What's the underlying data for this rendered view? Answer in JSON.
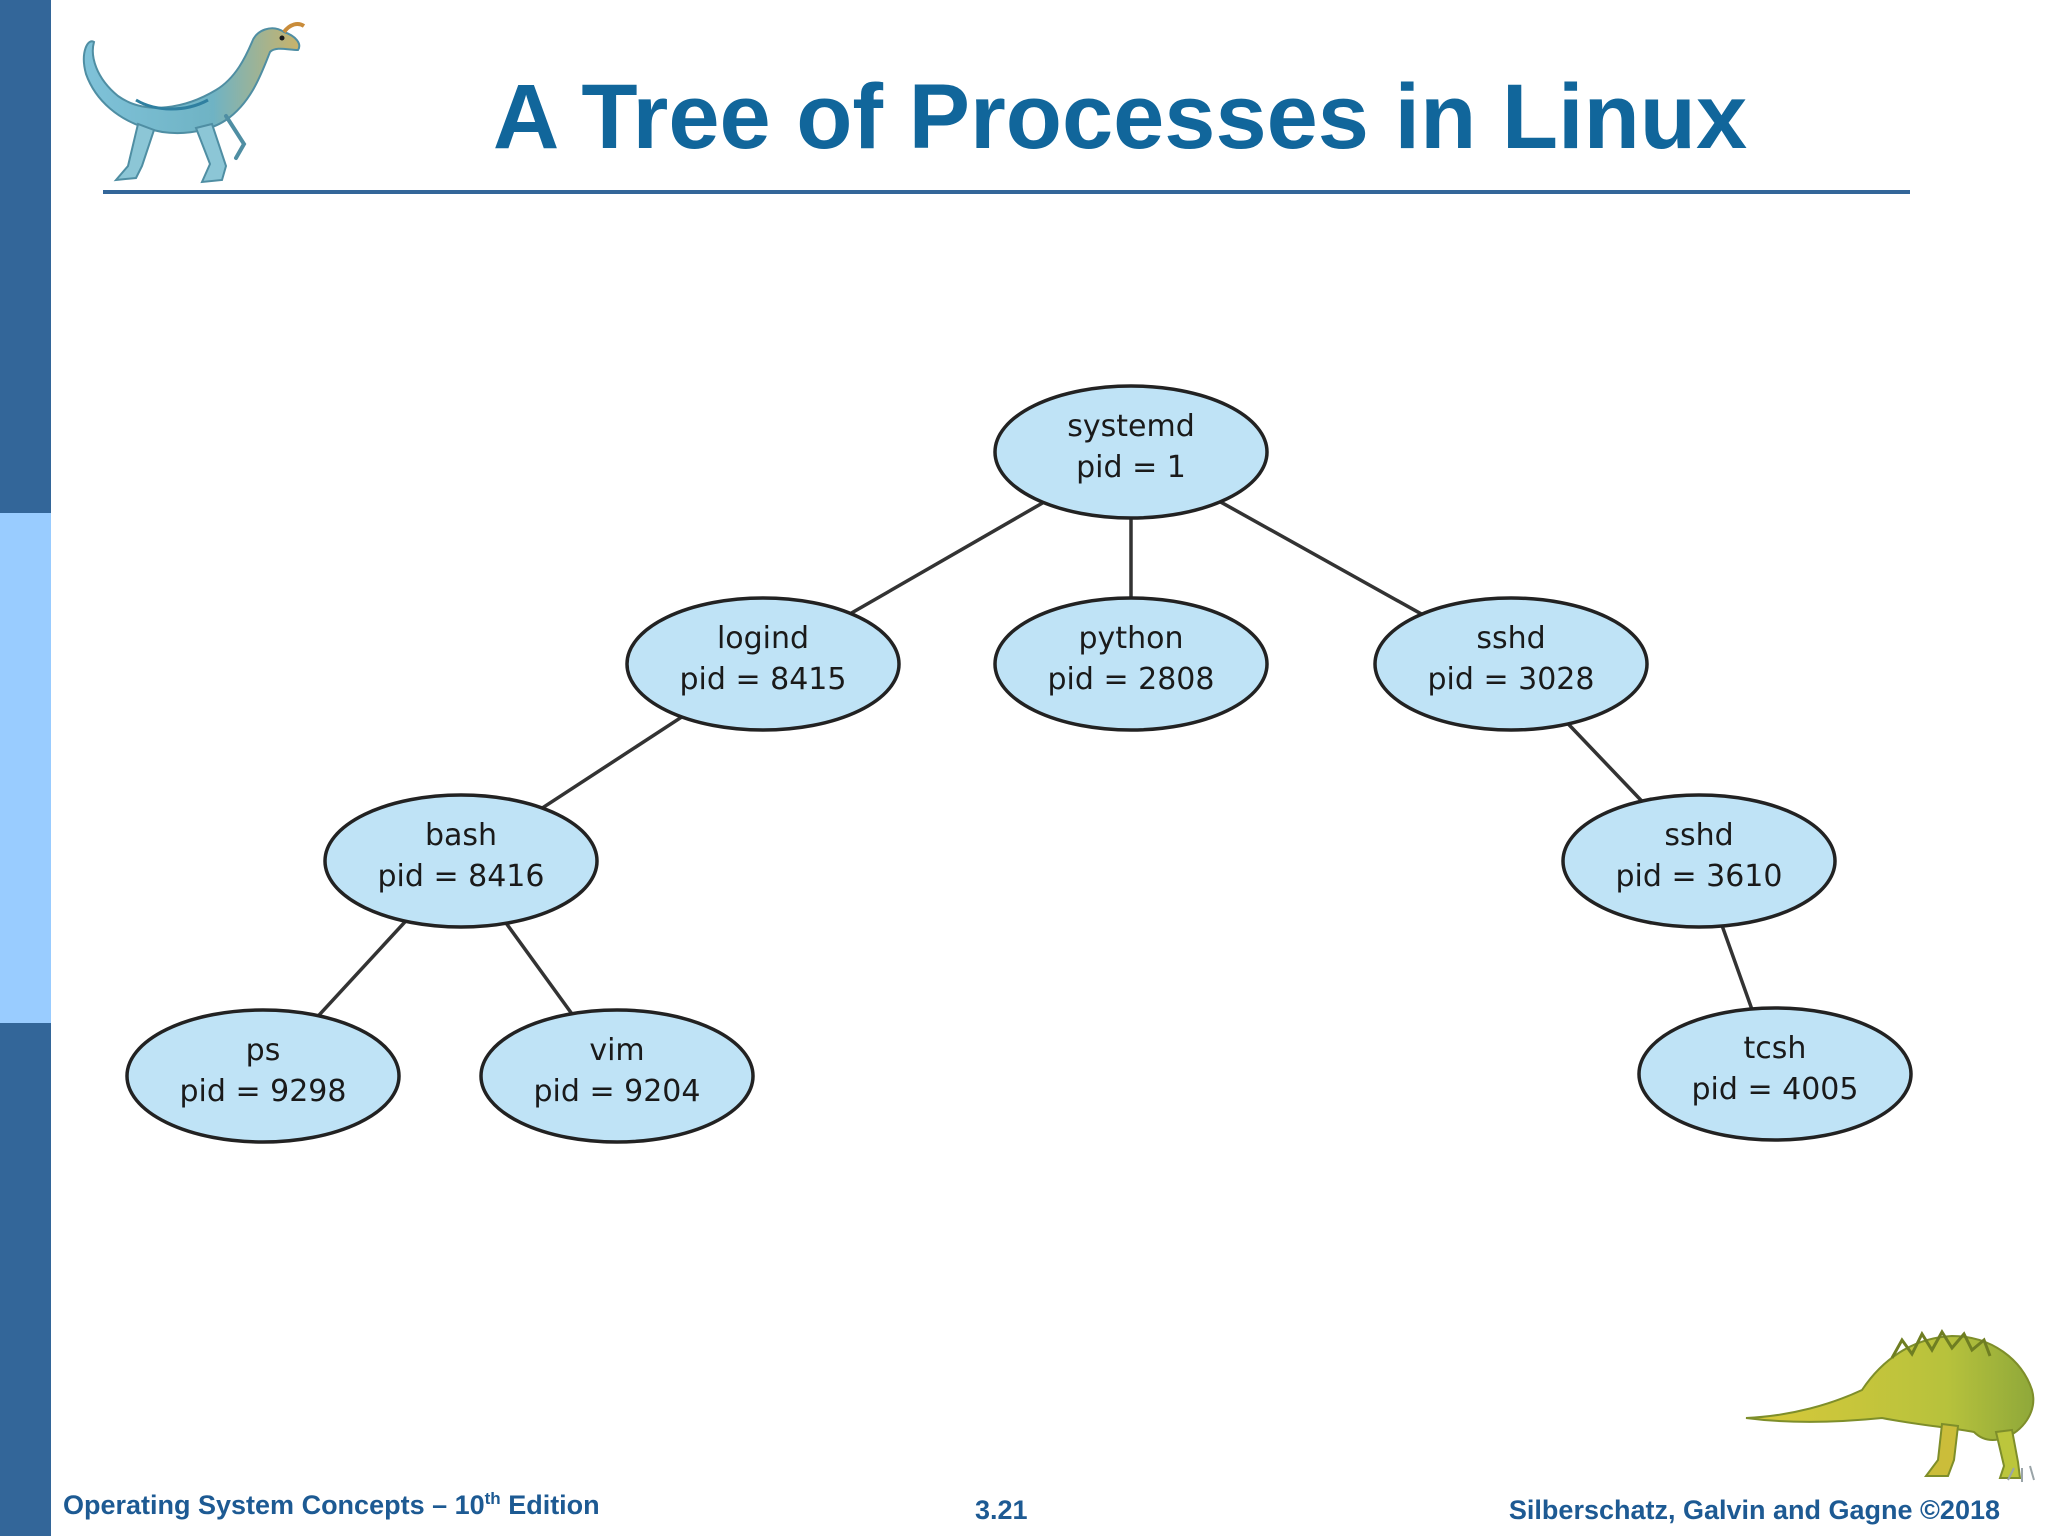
{
  "colors": {
    "sidebar_dark": "#336699",
    "sidebar_light": "#99ccff",
    "title": "#11669b",
    "rule": "#336699",
    "node_fill": "#bfe3f6",
    "node_stroke": "#222222",
    "edge": "#333333",
    "footer_text": "#1d5a93"
  },
  "slide": {
    "title": "A Tree of Processes in Linux"
  },
  "tree": {
    "nodes": [
      {
        "id": "systemd",
        "name": "systemd",
        "pid": "pid = 1"
      },
      {
        "id": "logind",
        "name": "logind",
        "pid": "pid = 8415"
      },
      {
        "id": "python",
        "name": "python",
        "pid": "pid = 2808"
      },
      {
        "id": "sshd-3028",
        "name": "sshd",
        "pid": "pid = 3028"
      },
      {
        "id": "bash",
        "name": "bash",
        "pid": "pid = 8416"
      },
      {
        "id": "sshd-3610",
        "name": "sshd",
        "pid": "pid = 3610"
      },
      {
        "id": "ps",
        "name": "ps",
        "pid": "pid = 9298"
      },
      {
        "id": "vim",
        "name": "vim",
        "pid": "pid = 9204"
      },
      {
        "id": "tcsh",
        "name": "tcsh",
        "pid": "pid = 4005"
      }
    ],
    "edges": [
      [
        "systemd",
        "logind"
      ],
      [
        "systemd",
        "python"
      ],
      [
        "systemd",
        "sshd-3028"
      ],
      [
        "logind",
        "bash"
      ],
      [
        "sshd-3028",
        "sshd-3610"
      ],
      [
        "bash",
        "ps"
      ],
      [
        "bash",
        "vim"
      ],
      [
        "sshd-3610",
        "tcsh"
      ]
    ]
  },
  "footer": {
    "left_text": "Operating System Concepts – 10",
    "left_sup": "th",
    "left_suffix": " Edition",
    "center": "3.21",
    "right": "Silberschatz, Galvin and Gagne ©2018"
  },
  "icons": {
    "top_left": "dinosaur-icon",
    "bottom_right": "dinosaur-icon"
  }
}
